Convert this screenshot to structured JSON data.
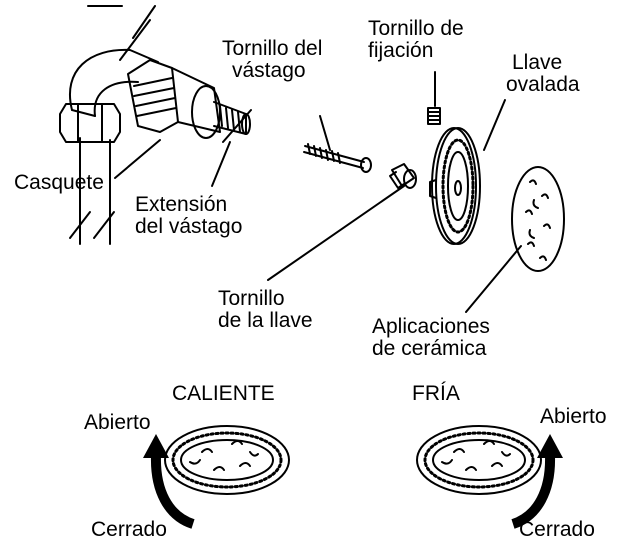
{
  "labels": {
    "stem_screw": [
      "Tornillo del",
      "vástago"
    ],
    "set_screw": [
      "Tornillo de",
      "fijación"
    ],
    "oval_handle": [
      "Llave",
      "ovalada"
    ],
    "cap": "Casquete",
    "stem_extension": [
      "Extensión",
      "del vástago"
    ],
    "handle_screw": [
      "Tornillo",
      "de la llave"
    ],
    "ceramic_inserts": [
      "Aplicaciones",
      "de cerámica"
    ],
    "hot": "CALIENTE",
    "cold": "FRÍA",
    "open_left": "Abierto",
    "closed_left": "Cerrado",
    "open_right": "Abierto",
    "closed_right": "Cerrado"
  },
  "colors": {
    "line": "#000000",
    "background": "#ffffff"
  }
}
